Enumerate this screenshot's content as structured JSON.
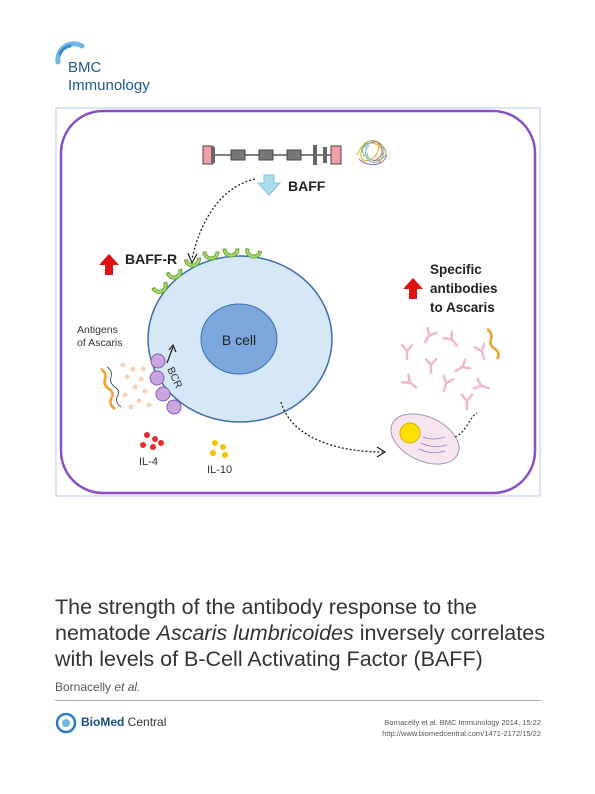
{
  "journal": {
    "name_line1": "BMC",
    "name_line2": "Immunology"
  },
  "figure": {
    "labels": {
      "baff": "BAFF",
      "baff_r": "BAFF-R",
      "specific_line1": "Specific",
      "specific_line2": "antibodies",
      "specific_line3": "to Ascaris",
      "antigens_line1": "Antigens",
      "antigens_line2": "of Ascaris",
      "bcr": "BCR",
      "b_cell": "B cell",
      "il4": "IL-4",
      "il10": "IL-10"
    },
    "colors": {
      "frame": "#8a4fc8",
      "cell_fill": "#d6e8f7",
      "nucleus_fill": "#7ba7dc",
      "up_arrow": "#e01010",
      "down_arrow": "#a9dcec",
      "receptor": "#a6d86a",
      "bcr": "#c9a6e0",
      "il4": "#e03030",
      "il10": "#f2c400",
      "antibody": "#f0b8c8"
    }
  },
  "article": {
    "title_part1": "The strength of the antibody response to the nematode ",
    "title_italic": "Ascaris lumbricoides",
    "title_part2": " inversely correlates with levels of B-Cell Activating Factor (BAFF)",
    "authors_name": "Bornacelly ",
    "authors_etal": "et al."
  },
  "footer": {
    "publisher_bold": "BioMed",
    "publisher_light": " Central",
    "citation_line1": "Bornacelly et al. BMC Immunology 2014, 15:22",
    "citation_line2": "http://www.biomedcentral.com/1471-2172/15/22"
  }
}
